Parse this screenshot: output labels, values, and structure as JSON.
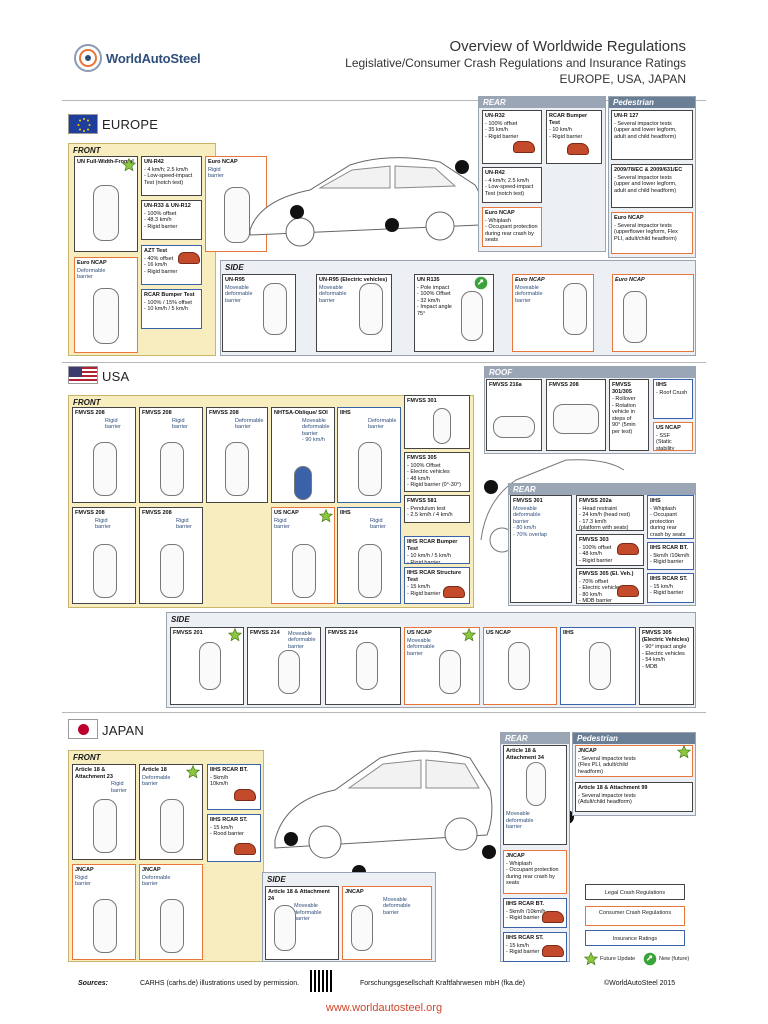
{
  "header": {
    "logo_text": "WorldAutoSteel",
    "title": "Overview of Worldwide Regulations",
    "subtitle": "Legislative/Consumer Crash Regulations and Insurance Ratings",
    "regions_line": "EUROPE, USA, JAPAN"
  },
  "europe": {
    "label": "EUROPE",
    "front_title": "FRONT",
    "side_title": "SIDE",
    "rear_title": "REAR",
    "pedestrian_title": "Pedestrian",
    "front": [
      {
        "title": "UN Full-Width-Frontal",
        "body": ""
      },
      {
        "title": "UN-R42",
        "body": "- 4 km/h; 2.5 km/h\n- Low-speed-impact\n  Test (notch test)"
      },
      {
        "title": "Euro NCAP",
        "body": "Rigid\nbarrier"
      },
      {
        "title": "UN-R33 & UN-R12",
        "body": "- 100% offset\n- 48.3 km/h\n- Rigid barrier"
      },
      {
        "title": "AZT Test",
        "body": "- 40% offset\n- 16 km/h\n- Rigid barrier"
      },
      {
        "title": "Euro NCAP",
        "body": "Deformable\nbarrier"
      },
      {
        "title": "RCAR Bumper Test",
        "body": "- 100% / 15% offset\n- 10 km/h / 5 km/h"
      }
    ],
    "side": [
      {
        "title": "UN-R95",
        "body": "Moveable\ndeformable\nbarrier"
      },
      {
        "title": "UN-R95 (Electric vehicles)",
        "body": "Moveable\ndeformable\nbarrier"
      },
      {
        "title": "UN R135",
        "body": "- Pole impact\n- 100% Offset\n- 32 km/h\n- Impact angle\n  75°"
      },
      {
        "title": "Euro NCAP",
        "body": "Moveable\ndeformable\nbarrier"
      },
      {
        "title": "Euro NCAP",
        "body": ""
      }
    ],
    "rear": [
      {
        "title": "UN-R32",
        "body": "- 100% offset\n- 35 km/h\n- Rigid barrier"
      },
      {
        "title": "RCAR Bumper Test",
        "body": "- 10 km/h\n- Rigid barrier"
      },
      {
        "title": "UN-R42",
        "body": "- 4 km/h; 2.5 km/h\n- Low-speed-impact\n  Test (notch test)"
      },
      {
        "title": "Euro NCAP",
        "body": "- Whiplash\n- Occupant protection\n  during rear crash by\n  seats"
      }
    ],
    "pedestrian": [
      {
        "title": "UN-R 127",
        "body": "- Several impactor tests\n  (upper and lower legform,\n  adult and child headform)"
      },
      {
        "title": "2009/78/EC & 2009/631/EC",
        "body": "- Several impactor tests\n  (upper and lower legform,\n  adult and child headform)"
      },
      {
        "title": "Euro NCAP",
        "body": "- Several impactor tests\n  (upperflower legform, Flex\n  PLI, adult/child headform)"
      }
    ]
  },
  "usa": {
    "label": "USA",
    "front_title": "FRONT",
    "side_title": "SIDE",
    "rear_title": "REAR",
    "roof_title": "ROOF",
    "front": [
      {
        "title": "FMVSS 208",
        "body": "Rigid\nbarrier"
      },
      {
        "title": "FMVSS 208",
        "body": "Rigid\nbarrier"
      },
      {
        "title": "FMVSS 208",
        "body": "Deformable\nbarrier"
      },
      {
        "title": "NHTSA-Oblique/ SOI",
        "body": "Moveable\ndeformable\nbarrier\n- 90 km/h"
      },
      {
        "title": "IIHS",
        "body": "Deformable\nbarrier"
      },
      {
        "title": "FMVSS 301",
        "body": ""
      },
      {
        "title": "FMVSS 208",
        "body": "Rigid\nbarrier"
      },
      {
        "title": "FMVSS 208",
        "body": "Rigid\nbarrier"
      },
      {
        "title": "US NCAP",
        "body": "Rigid\nbarrier"
      },
      {
        "title": "IIHS",
        "body": "Rigid\nbarrier"
      },
      {
        "title": "FMVSS 305",
        "body": "- 100% Offset\n- Electric vehicles\n- 48 km/h\n- Rigid barrier (0°-30°)"
      },
      {
        "title": "FMVSS 581",
        "body": "- Pendulum test\n- 2.5 km/h / 4 km/h"
      },
      {
        "title": "IIHS RCAR Bumper Test",
        "body": "- 10 km/h / 5 km/h\n- Rigid barrier"
      },
      {
        "title": "IIHS RCAR Structure Test",
        "body": "- 15 km/h\n- Rigid barrier"
      }
    ],
    "roof": [
      {
        "title": "FMVSS 216a",
        "body": ""
      },
      {
        "title": "FMVSS 208",
        "body": ""
      },
      {
        "title": "FMVSS 301/305",
        "body": "- Rollover\n- Rotation\n  vehicle in\n  steps of\n  90° (5min\n  per test)"
      },
      {
        "title": "IIHS",
        "body": "- Roof Crush"
      },
      {
        "title": "US NCAP",
        "body": "- SSF\n  (Static stability\n  factor)"
      }
    ],
    "rear": [
      {
        "title": "FMVSS 301",
        "body": "Moveable\ndeformable\nbarrier\n- 80 km/h\n- 70% overlap"
      },
      {
        "title": "FMVSS 202a",
        "body": "- Head restraint\n- 24 km/h (head rest)\n- 17.3 km/h\n  (platform with seats)"
      },
      {
        "title": "IIHS",
        "body": "- Whiplash\n- Occupant\n  protection\n  during rear\n  crash by seats"
      },
      {
        "title": "FMVSS 303",
        "body": "- 100% offset\n- 48 km/h\n- Rigid barrier"
      },
      {
        "title": "IIHS RCAR BT.",
        "body": "- 5km/h /10km/h\n- Rigid barrier"
      },
      {
        "title": "FMVSS 305 (El. Veh.)",
        "body": "- 70% offset\n- Electric vehicles\n- 80 km/h\n- MDB barrier"
      },
      {
        "title": "IIHS RCAR ST.",
        "body": "- 15 km/h\n- Rigid barrier"
      }
    ],
    "side": [
      {
        "title": "FMVSS 201",
        "body": ""
      },
      {
        "title": "FMVSS 214",
        "body": "Moveable\ndeformable\nbarrier"
      },
      {
        "title": "FMVSS 214",
        "body": ""
      },
      {
        "title": "US NCAP",
        "body": "Moveable\ndeformable\nbarrier"
      },
      {
        "title": "US NCAP",
        "body": ""
      },
      {
        "title": "IIHS",
        "body": ""
      },
      {
        "title": "FMVSS 305 (Electric Vehicles)",
        "body": "- 90° impact angle\n- Electric vehicles\n- 54 km/h\n- MDB"
      }
    ]
  },
  "japan": {
    "label": "JAPAN",
    "front_title": "FRONT",
    "side_title": "SIDE",
    "rear_title": "REAR",
    "pedestrian_title": "Pedestrian",
    "front": [
      {
        "title": "Article 18 & Attachment 23",
        "body": "Rigid\nbarrier"
      },
      {
        "title": "Article 18",
        "body": "Deformable\nbarrier"
      },
      {
        "title": "IIHS RCAR BT.",
        "body": "- 5km/h\n  10km/h"
      },
      {
        "title": "IIHS RCAR ST.",
        "body": "- 15 km/h\n- Rood barrier"
      },
      {
        "title": "JNCAP",
        "body": "Rigid\nbarrier"
      },
      {
        "title": "JNCAP",
        "body": "Deformable\nbarrier"
      }
    ],
    "side": [
      {
        "title": "Article 18 & Attachment 24",
        "body": "Moveable\ndeformable\nbarrier"
      },
      {
        "title": "JNCAP",
        "body": "Moveable\ndeformable\nbarrier"
      }
    ],
    "rear": [
      {
        "title": "Article 18 & Attachment 34",
        "body": "Moveable\ndeformable\nbarrier"
      },
      {
        "title": "JNCAP",
        "body": "- Whiplash\n- Occupant protection\n  during rear crash by\n  seats"
      },
      {
        "title": "IIHS RCAR BT.",
        "body": "- 5km/h /10km/h\n- Rigid barrier"
      },
      {
        "title": "IIHS RCAR ST.",
        "body": "- 15 km/h\n- Rigid barrier"
      }
    ],
    "pedestrian": [
      {
        "title": "JNCAP",
        "body": "- Several impactor tests\n  (Flex PLI, adult/child\n  headform)"
      },
      {
        "title": "Article 18 & Attachment 99",
        "body": "- Several impactor tests\n  (Adult/child headform)"
      }
    ]
  },
  "legend": {
    "legal": "Legal Crash Regulations",
    "consumer": "Consumer Crash Regulations",
    "insurance": "Insurance Ratings",
    "future": "Future Update",
    "new": "New (future)"
  },
  "footer": {
    "sources_label": "Sources:",
    "source1": "CARHS (carhs.de) illustrations used by permission.",
    "source2": "Forschungsgesellschaft Kraftfahrwesen mbH (fka.de)",
    "copyright": "©WorldAutoSteel 2015",
    "url": "www.worldautosteel.org"
  },
  "colors": {
    "legal": "#444444",
    "consumer": "#e8753a",
    "insurance": "#3a62a8",
    "front_bg": "#f7edbf",
    "side_bg": "#eceff3",
    "banner": "#9aa6b6",
    "url": "#d0472b"
  }
}
